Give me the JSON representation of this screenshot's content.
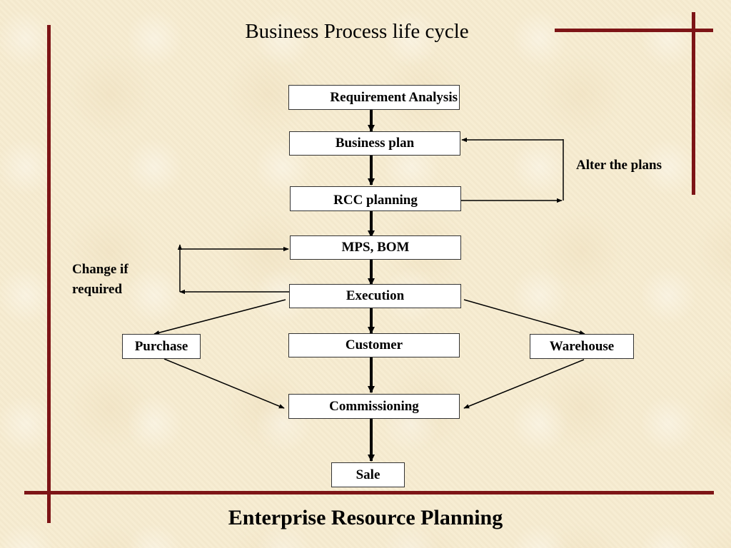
{
  "title": "Business Process life cycle",
  "footer": "Enterprise Resource Planning",
  "nodes": {
    "requirement": "Requirement Analysis",
    "business_plan": "Business plan",
    "rcc": "RCC planning",
    "mps": "MPS, BOM",
    "execution": "Execution",
    "purchase": "Purchase",
    "customer": "Customer",
    "warehouse": "Warehouse",
    "commissioning": "Commissioning",
    "sale": "Sale"
  },
  "labels": {
    "alter": "Alter the plans",
    "change_line1": "Change if",
    "change_line2": "required"
  },
  "colors": {
    "frame_rule": "#7d1416",
    "background": "#f7ecd0"
  }
}
